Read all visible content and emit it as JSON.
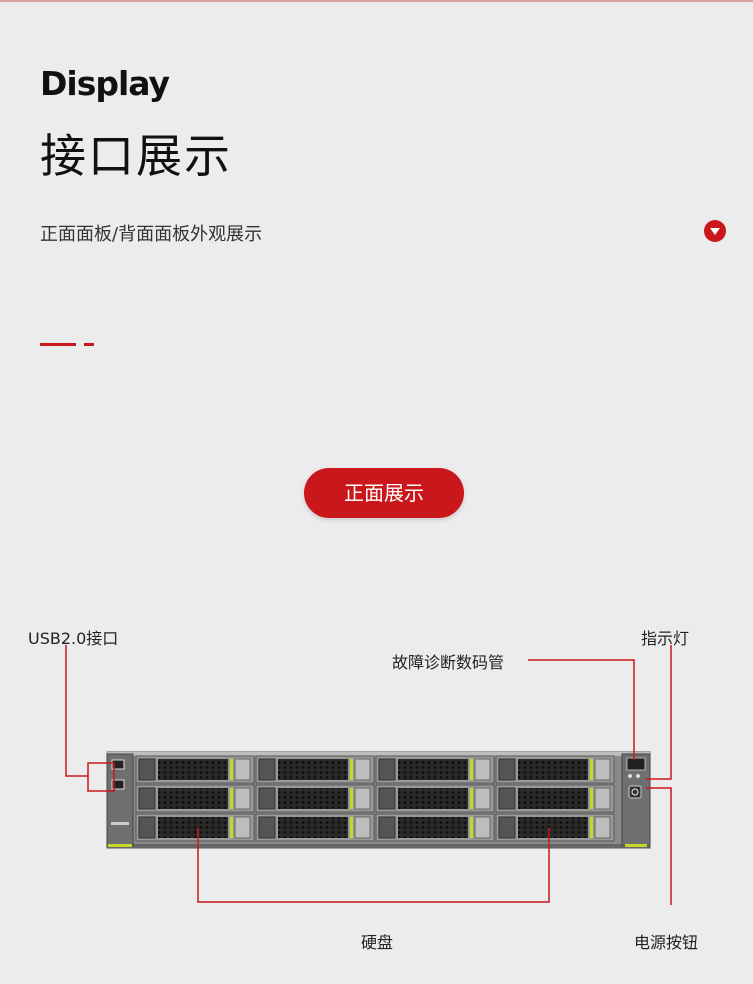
{
  "header": {
    "title_en": "Display",
    "title_cn": "接口展示",
    "subtitle": "正面面板/背面面板外观展示"
  },
  "section_button": "正面展示",
  "callouts": {
    "usb": "USB2.0接口",
    "diagnostic": "故障诊断数码管",
    "indicator": "指示灯",
    "disk": "硬盘",
    "power": "电源按钮"
  },
  "colors": {
    "accent": "#c9171c",
    "background": "#ececec"
  }
}
